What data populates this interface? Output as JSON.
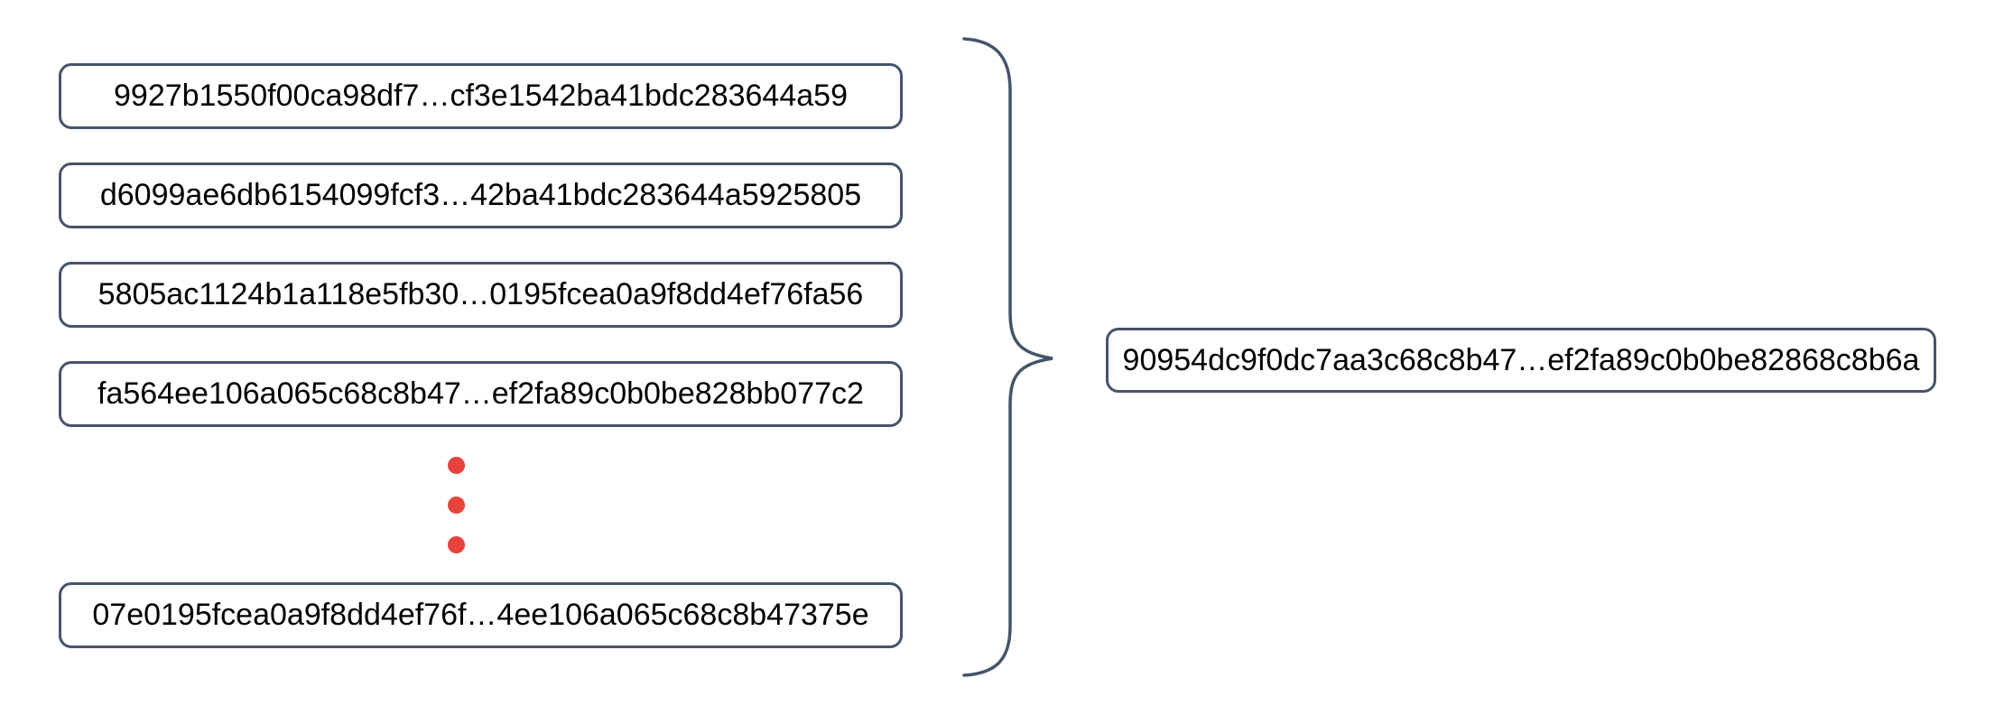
{
  "diagram": {
    "description_semantics": "many input hashes combined into one output hash",
    "inputs": [
      {
        "text": "9927b1550f00ca98df7…cf3e1542ba41bdc283644a59"
      },
      {
        "text": "d6099ae6db6154099fcf3…42ba41bdc283644a5925805"
      },
      {
        "text": "5805ac1124b1a118e5fb30…0195fcea0a9f8dd4ef76fa56"
      },
      {
        "text": "fa564ee106a065c68c8b47…ef2fa89c0b0be828bb077c2"
      },
      {
        "text": "07e0195fcea0a9f8dd4ef76f…4ee106a065c68c8b47375e"
      }
    ],
    "output": {
      "text": "90954dc9f0dc7aa3c68c8b47…ef2fa89c0b0be82868c8b6a"
    },
    "ellipsis_dot_count": 3,
    "colors": {
      "box_border": "#44546A",
      "box_fill": "#FFFFFF",
      "text": "#000000",
      "brace": "#44546A",
      "ellipsis_dots": "#E8423D",
      "background": "#FFFFFF"
    }
  }
}
